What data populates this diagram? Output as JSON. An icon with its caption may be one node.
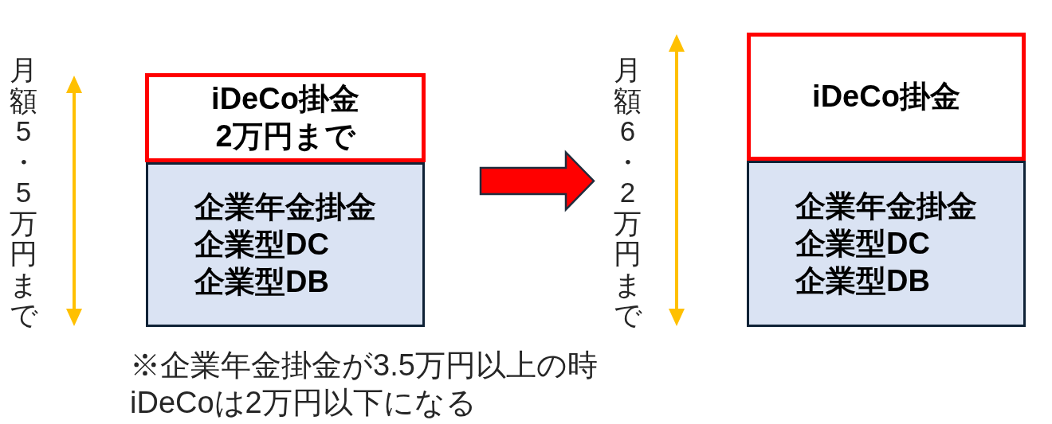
{
  "diagram": {
    "nodes": [
      {
        "text": [
          "iDeCo掛金2万円まで"
        ]
      },
      {
        "text": [
          "企業年金掛金",
          "企業型DC",
          "企業型DB"
        ]
      },
      {
        "text": [
          "月額6・2万円まで"
        ]
      },
      {
        "text": [
          "iDeCo掛金"
        ]
      },
      {
        "text": [
          "企業年金掛金",
          "企業型DC",
          "企業型DB"
        ]
      }
    ],
    "edges": [
      {
        "from": 1,
        "to": 2,
        "arrow": "to",
        "style": "thick"
      }
    ],
    "labels": [
      "月額5・5万円まで",
      "※企業年金掛金が3.5万円以上の時iDeCoは2万円以下になる"
    ]
  }
}
